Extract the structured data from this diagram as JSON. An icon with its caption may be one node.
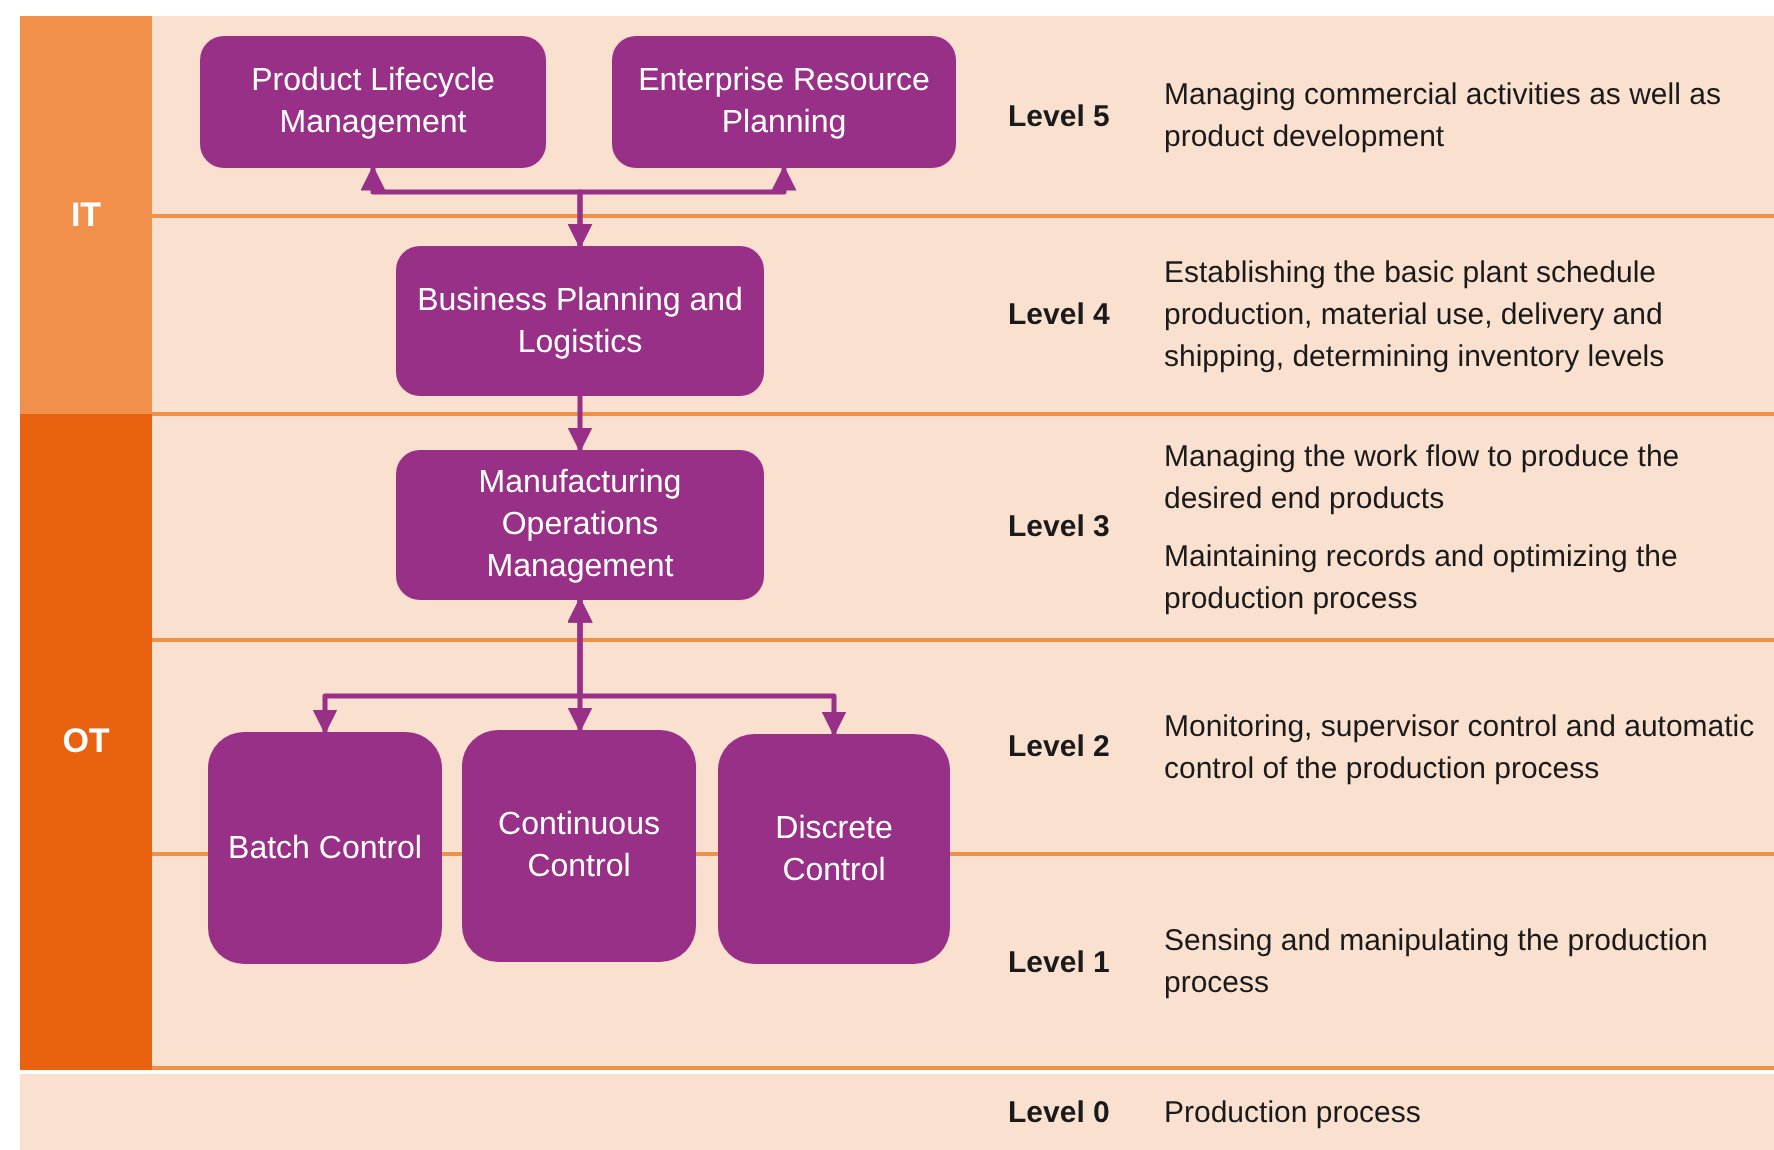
{
  "diagram": {
    "nodes": [
      {
        "text": [
          "IT"
        ]
      },
      {
        "text": [
          "Product Lifecycle Management"
        ]
      },
      {
        "text": [
          "Enterprise Resource Planning"
        ]
      },
      {
        "text": [
          "Business Planning and Logistics"
        ]
      },
      {
        "text": [
          "OT"
        ]
      },
      {
        "text": [
          "Manufacturing Operations Management"
        ]
      },
      {
        "text": [
          "Batch Control"
        ]
      },
      {
        "text": [
          "Continuous Control"
        ]
      },
      {
        "text": [
          "Discrete Control"
        ]
      }
    ],
    "edges": [
      {
        "from": 3,
        "to": 1,
        "arrow": "both"
      },
      {
        "from": 3,
        "to": 2,
        "arrow": "both"
      },
      {
        "from": 3,
        "to": 5,
        "arrow": "to"
      },
      {
        "from": 5,
        "to": 6,
        "arrow": "both"
      },
      {
        "from": 5,
        "to": 7,
        "arrow": "both"
      },
      {
        "from": 5,
        "to": 8,
        "arrow": "both"
      }
    ],
    "labels": [
      "Level 5",
      "Managing commercial activities as well as product development",
      "Level 4",
      "Establishing the basic plant schedule production, material use, delivery and shipping, determining inventory levels",
      "Level 3",
      "Managing the work flow to produce the desired end products",
      "Maintaining records and optimizing the production process",
      "Level 2",
      "Monitoring, supervisor control and automatic control of the production process",
      "Level 1",
      "Sensing and manipulating the production process",
      "Level 0",
      "Production process"
    ]
  }
}
